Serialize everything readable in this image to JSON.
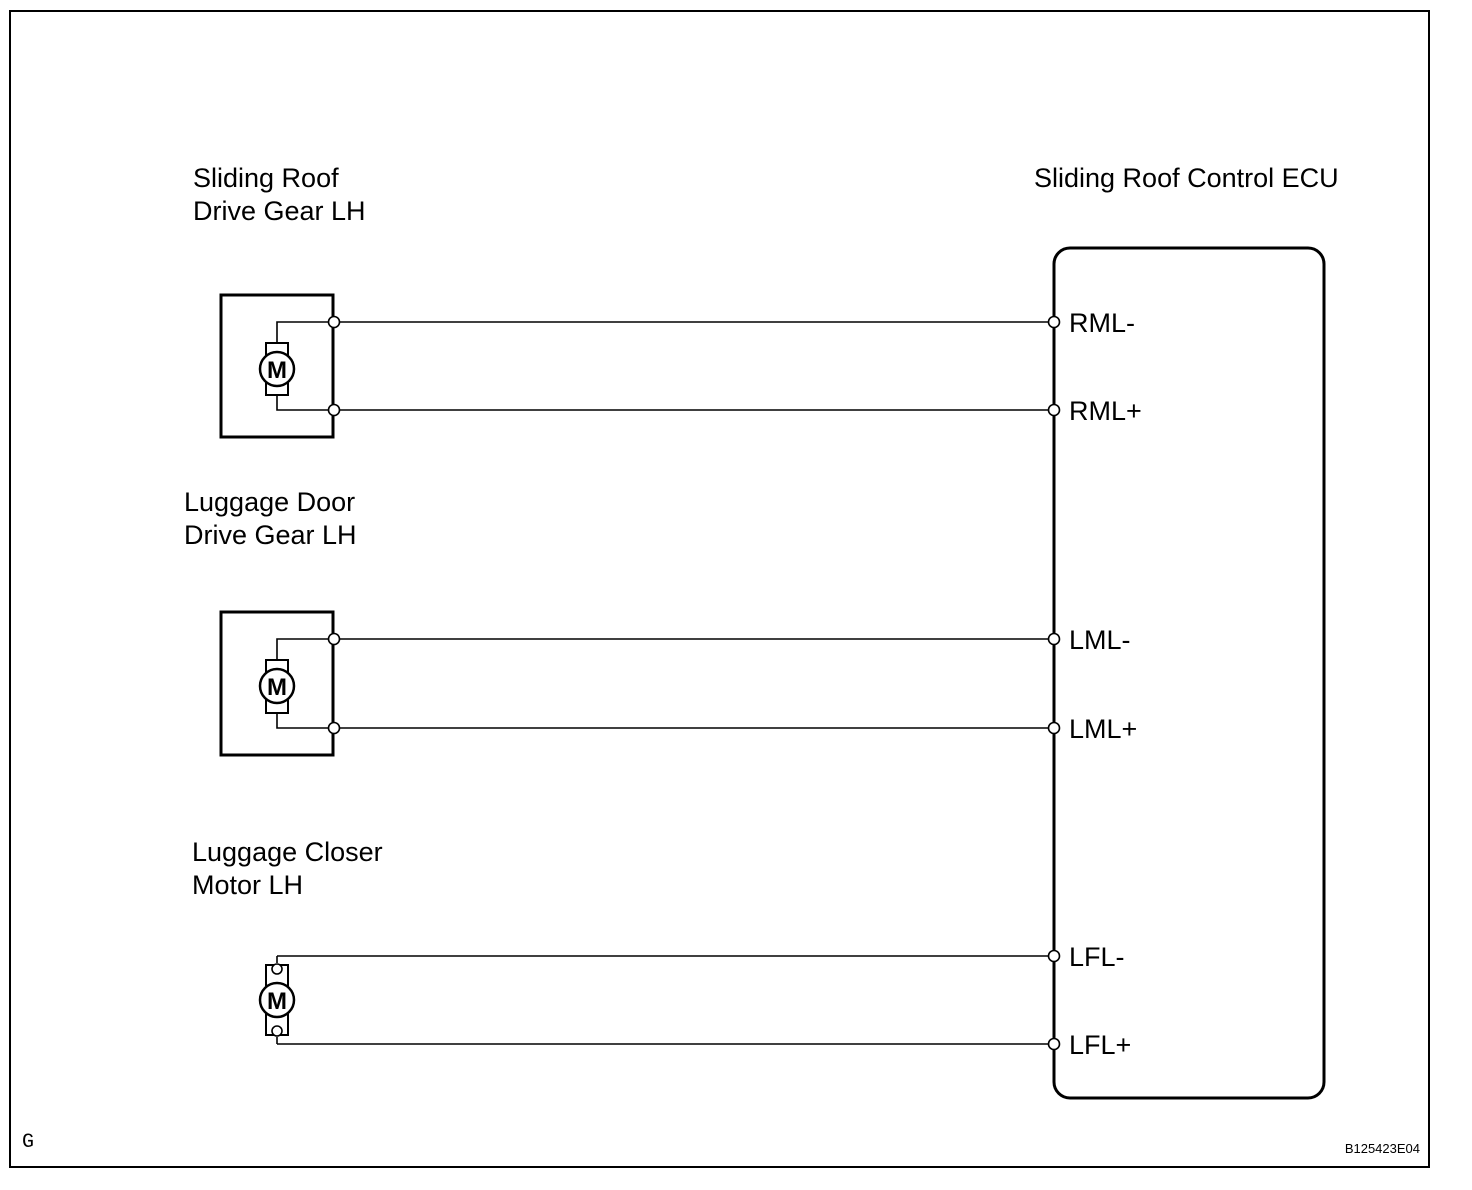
{
  "ecu": {
    "title": "Sliding Roof Control ECU",
    "pins": [
      "RML-",
      "RML+",
      "LML-",
      "LML+",
      "LFL-",
      "LFL+"
    ]
  },
  "components": [
    {
      "line1": "Sliding Roof",
      "line2": "Drive Gear LH",
      "motor_symbol": "M",
      "pins": [
        "RML-",
        "RML+"
      ]
    },
    {
      "line1": "Luggage Door",
      "line2": "Drive Gear LH",
      "motor_symbol": "M",
      "pins": [
        "LML-",
        "LML+"
      ]
    },
    {
      "line1": "Luggage Closer",
      "line2": "Motor LH",
      "motor_symbol": "M",
      "pins": [
        "LFL-",
        "LFL+"
      ]
    }
  ],
  "footer": {
    "corner_mark": "G",
    "figure_code": "B125423E04"
  }
}
